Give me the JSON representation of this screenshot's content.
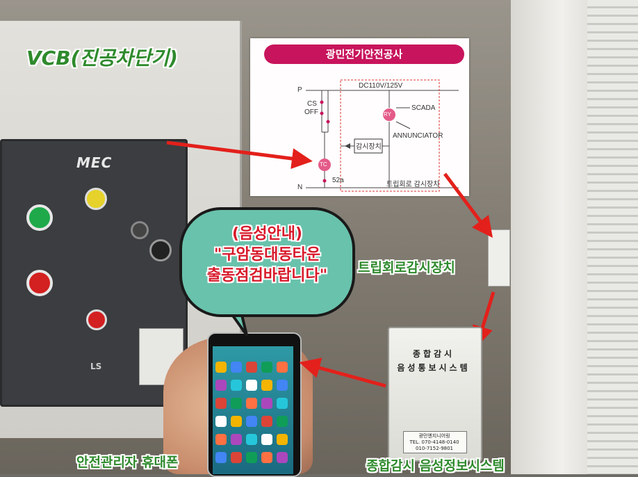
{
  "diagram": {
    "title": "광민전기안전공사",
    "rail_p": "P",
    "rail_n": "N",
    "supply": "DC110V/125V",
    "cs": "CS",
    "off": "OFF",
    "ry": "RY",
    "scada": "SCADA",
    "annunciator": "ANNUNCIATOR",
    "monitor": "감시장치",
    "tc": "TC",
    "contact_52a": "52a",
    "trip_monitor": "트립회로 감시장치"
  },
  "bubble": {
    "line1": "(음성안내)",
    "line2": "\"구암동대동타운",
    "line3": "출동점검바랍니다\""
  },
  "labels": {
    "vcb": "VCB(진공차단기)",
    "trip_device": "트립회로감시장치",
    "phone": "안전관리자 휴대폰",
    "system": "종합감시 음성정보시스템"
  },
  "vcb_panel": {
    "brand": "MEC",
    "maker": "LS"
  },
  "alarm_box": {
    "title1": "종합감시",
    "title2": "음성통보시스템",
    "company": "광민엔지니어링",
    "tel1": "TEL. 070-4148-0140",
    "tel2": "010-7152-9801"
  },
  "colors": {
    "title_bar": "#c8145c",
    "bubble_fill": "#69c2ac",
    "bubble_text": "#d8192a",
    "label_text": "#2e8a2c",
    "arrow": "#e3201b"
  }
}
